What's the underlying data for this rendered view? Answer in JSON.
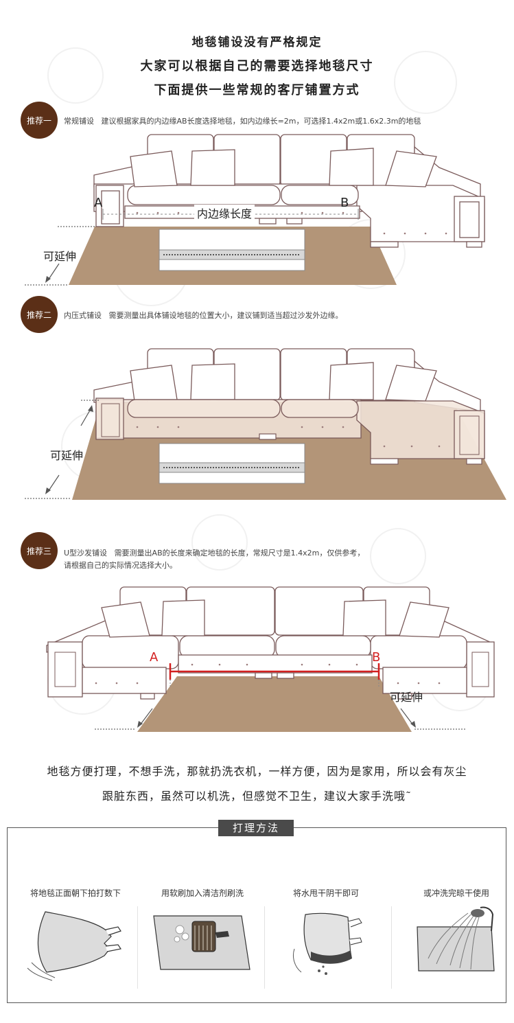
{
  "header": {
    "line1": "地毯铺设没有严格规定",
    "line2": "大家可以根据自己的需要选择地毯尺寸",
    "line3": "下面提供一些常规的客厅铺置方式"
  },
  "sections": [
    {
      "badge": "推荐一",
      "title": "常规铺设",
      "desc": "建议根据家具的内边缘AB长度选择地毯，如内边缘长=2m，可选择1.4x2m或1.6x2.3m的地毯",
      "labels": {
        "a": "A",
        "b": "B",
        "length": "内边缘长度",
        "extend": "可延伸"
      }
    },
    {
      "badge": "推荐二",
      "title": "内压式铺设",
      "desc": "需要测量出具体铺设地毯的位置大小，建议铺到适当超过沙发外边缘。",
      "labels": {
        "extend": "可延伸"
      }
    },
    {
      "badge": "推荐三",
      "title": "U型沙发铺设",
      "desc": "需要测量出AB的长度来确定地毯的长度，常规尺寸是1.4x2m，仅供参考，",
      "desc2": "请根据自己的实际情况选择大小。",
      "labels": {
        "a": "A",
        "b": "B",
        "extend": "可延伸"
      }
    }
  ],
  "note": {
    "line1": "地毯方便打理，不想手洗，那就扔洗衣机，一样方便，因为是家用，所以会有灰尘",
    "line2": "跟脏东西，虽然可以机洗，但感觉不卫生，建议大家手洗哦˜"
  },
  "care": {
    "title": "打理方法",
    "steps": [
      {
        "caption": "将地毯正面朝下拍打数下",
        "icon": "rug-shake-icon"
      },
      {
        "caption": "用软刷加入清洁剂刷洗",
        "icon": "brush-clean-icon"
      },
      {
        "caption": "将水甩干阴干即可",
        "icon": "rug-dry-icon"
      },
      {
        "caption": "或冲洗完晾干使用",
        "icon": "shower-rinse-icon"
      }
    ]
  },
  "colors": {
    "badge": "#5b2f17",
    "rug": "#b39578",
    "accent_red": "#d21f1f",
    "care_title_bg": "#4a4a4a"
  }
}
